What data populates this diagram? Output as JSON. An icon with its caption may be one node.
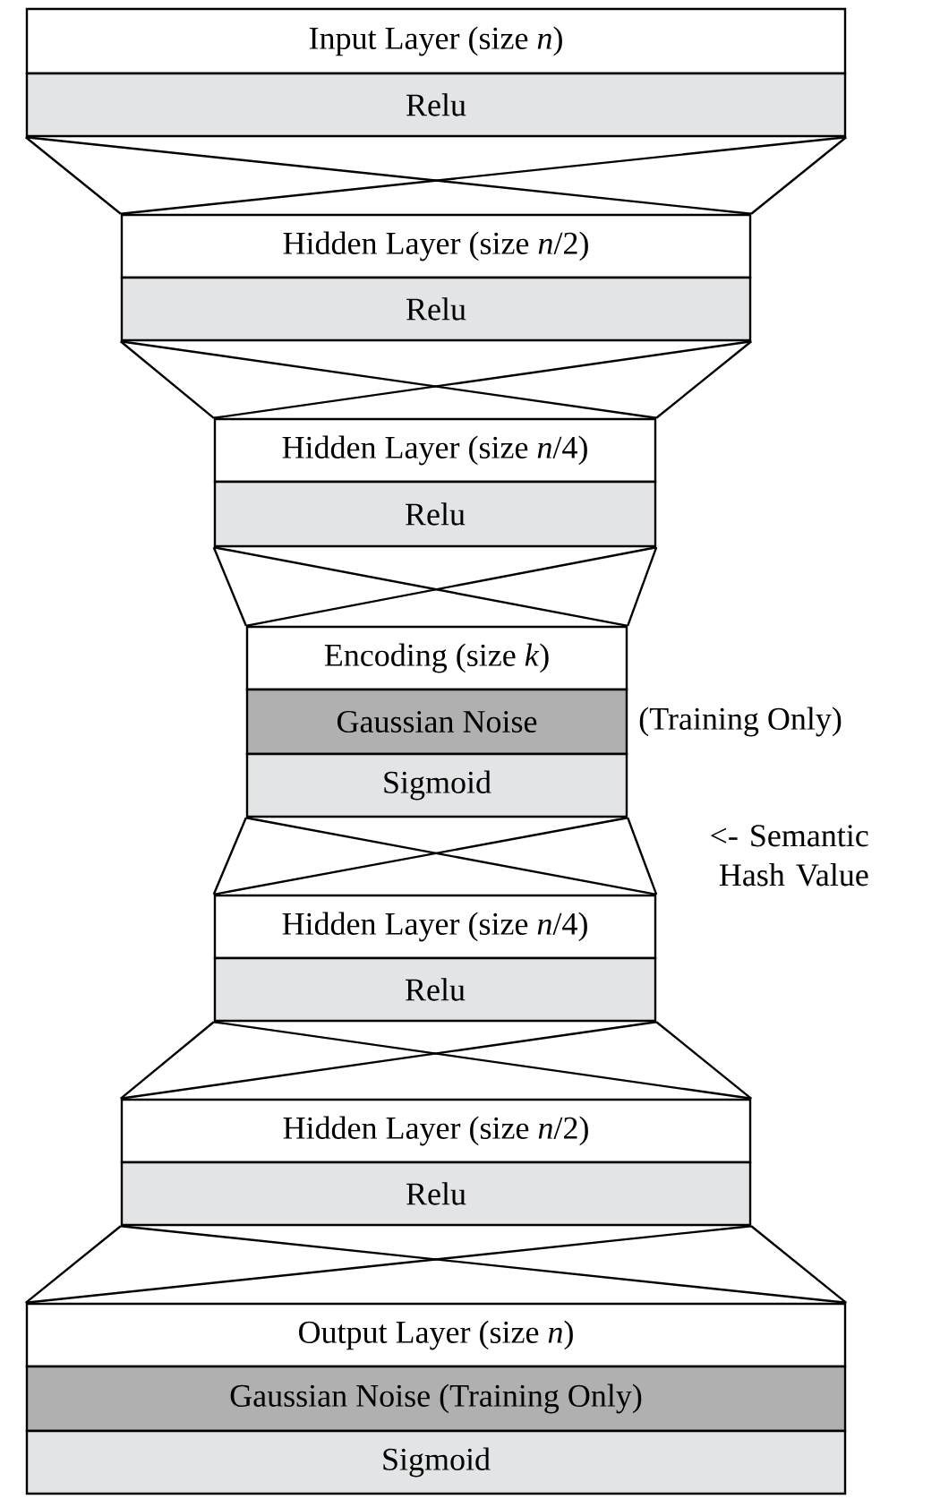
{
  "diagram": {
    "nodes": [
      {
        "text": [
          "Input Layer (size *n*)"
        ]
      },
      {
        "text": [
          "Relu"
        ]
      },
      {
        "text": [
          "Hidden Layer (size *n*/2)"
        ]
      },
      {
        "text": [
          "Relu"
        ]
      },
      {
        "text": [
          "Hidden Layer (size *n*/4)"
        ]
      },
      {
        "text": [
          "Relu"
        ]
      },
      {
        "text": [
          "Encoding (size *k*)"
        ]
      },
      {
        "text": [
          "Gaussian Noise"
        ],
        "beside": [
          "(Training Only)"
        ]
      },
      {
        "text": [
          "Sigmoid"
        ],
        "beside": [
          "<- Semantic Hash Value"
        ]
      },
      {
        "text": [
          "Hidden Layer (size *n*/4)"
        ]
      },
      {
        "text": [
          "Relu"
        ]
      },
      {
        "text": [
          "Hidden Layer (size *n*/2)"
        ]
      },
      {
        "text": [
          "Relu"
        ]
      },
      {
        "text": [
          "Output Layer (size *n*)"
        ]
      },
      {
        "text": [
          "Gaussian Noise (Training Only)"
        ]
      },
      {
        "text": [
          "Sigmoid"
        ]
      }
    ],
    "edges": [
      {
        "from": 1,
        "to": 2,
        "arrow": "none"
      },
      {
        "from": 1,
        "to": 2,
        "arrow": "none"
      },
      {
        "from": 1,
        "to": 2,
        "arrow": "none"
      },
      {
        "from": 1,
        "to": 2,
        "arrow": "none"
      },
      {
        "from": 3,
        "to": 4,
        "arrow": "none"
      },
      {
        "from": 3,
        "to": 4,
        "arrow": "none"
      },
      {
        "from": 3,
        "to": 4,
        "arrow": "none"
      },
      {
        "from": 3,
        "to": 4,
        "arrow": "none"
      },
      {
        "from": 5,
        "to": 6,
        "arrow": "none"
      },
      {
        "from": 5,
        "to": 6,
        "arrow": "none"
      },
      {
        "from": 5,
        "to": 6,
        "arrow": "none"
      },
      {
        "from": 5,
        "to": 6,
        "arrow": "none"
      },
      {
        "from": 8,
        "to": 9,
        "arrow": "none"
      },
      {
        "from": 8,
        "to": 9,
        "arrow": "none"
      },
      {
        "from": 8,
        "to": 9,
        "arrow": "none"
      },
      {
        "from": 8,
        "to": 9,
        "arrow": "none"
      },
      {
        "from": 10,
        "to": 11,
        "arrow": "none"
      },
      {
        "from": 10,
        "to": 11,
        "arrow": "none"
      },
      {
        "from": 10,
        "to": 11,
        "arrow": "none"
      },
      {
        "from": 10,
        "to": 11,
        "arrow": "none"
      },
      {
        "from": 12,
        "to": 13,
        "arrow": "none"
      },
      {
        "from": 12,
        "to": 13,
        "arrow": "none"
      },
      {
        "from": 12,
        "to": 13,
        "arrow": "none"
      },
      {
        "from": 12,
        "to": 13,
        "arrow": "none"
      }
    ]
  }
}
